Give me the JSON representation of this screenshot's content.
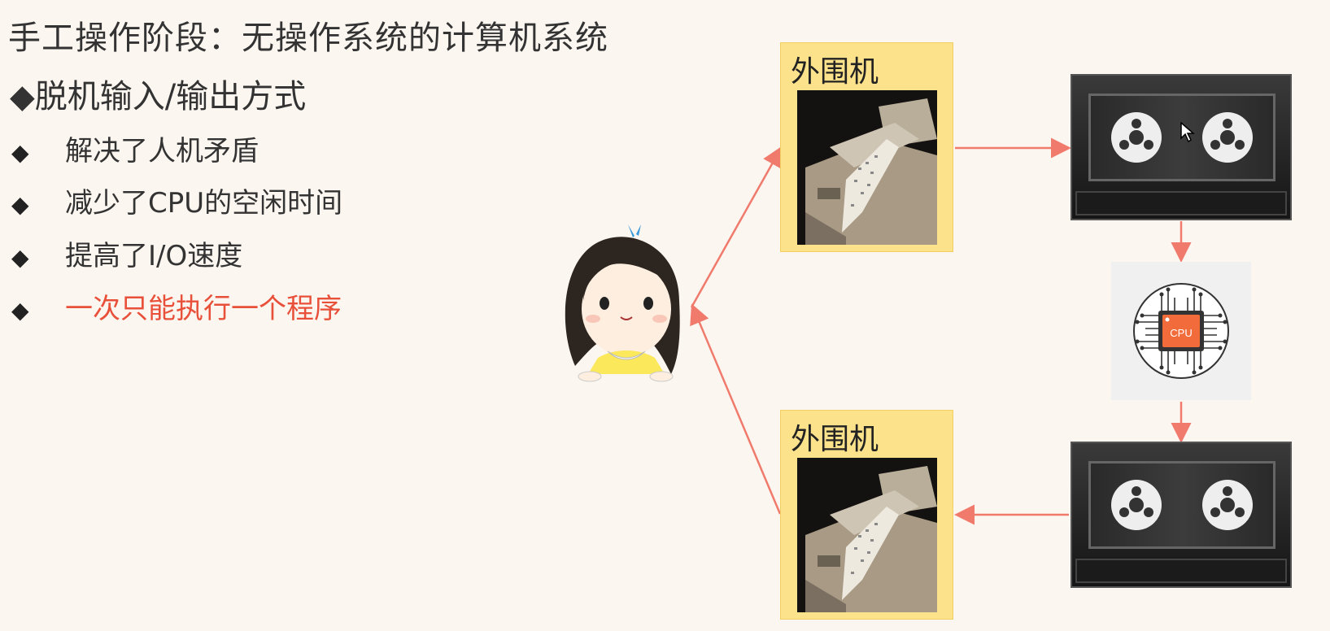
{
  "slide": {
    "title": "手工操作阶段：无操作系统的计算机系统",
    "subtitle": "◆脱机输入/输出方式",
    "bullets": [
      {
        "marker": "◆",
        "text": "解决了人机矛盾",
        "highlight": false
      },
      {
        "marker": "◆",
        "text": "减少了CPU的空闲时间",
        "highlight": false
      },
      {
        "marker": "◆",
        "text": "提高了I/O速度",
        "highlight": false
      },
      {
        "marker": "◆",
        "text": "一次只能执行一个程序",
        "highlight": true
      }
    ]
  },
  "diagram": {
    "peripheral_top_label": "外围机",
    "peripheral_bottom_label": "外围机",
    "cpu_label": "CPU",
    "icons": [
      "girl-avatar",
      "tape-drive",
      "cpu-chip",
      "punch-card-machine",
      "mouse-cursor"
    ],
    "colors": {
      "arrow": "#f07a6c",
      "peripheral_bg": "#fde28c",
      "highlight_text": "#e8503a",
      "cpu_chip": "#f26b3a"
    }
  }
}
